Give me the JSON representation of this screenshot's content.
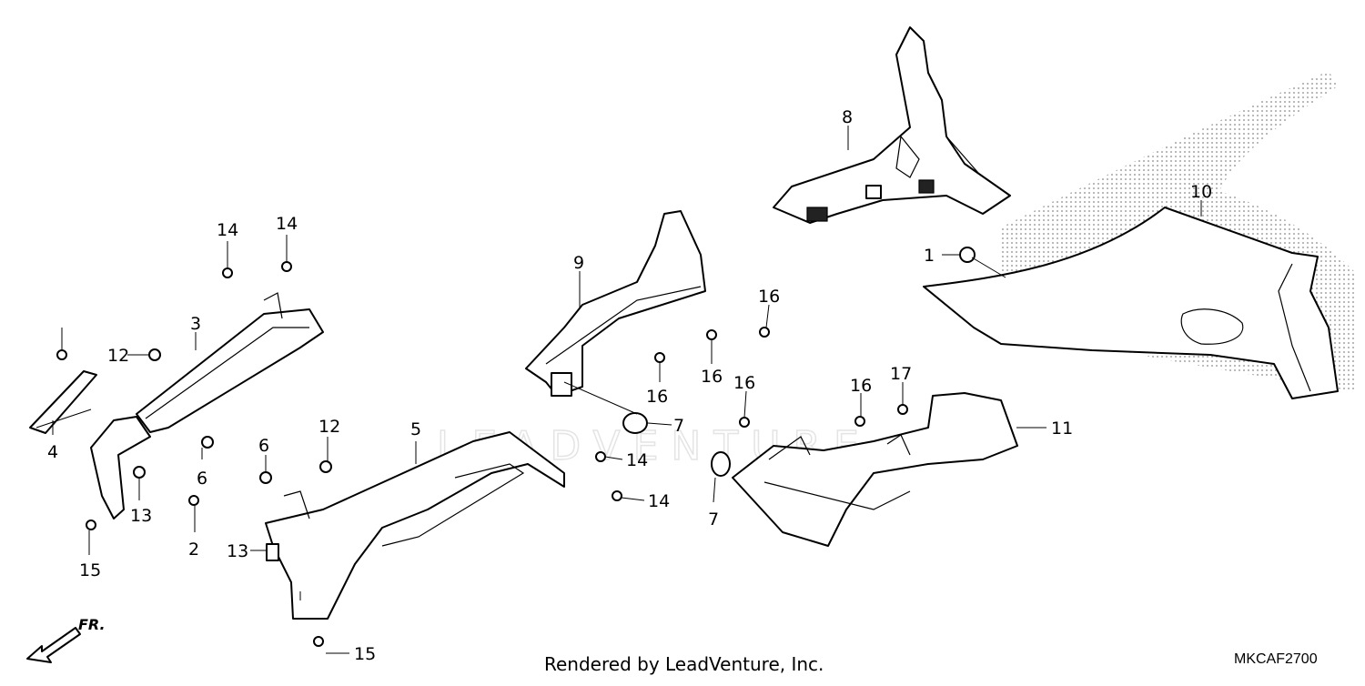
{
  "diagram": {
    "credit_text": "Rendered by LeadVenture, Inc.",
    "diagram_code": "MKCAF2700",
    "watermark_text": "LEADVENTURE",
    "direction_label": "FR.",
    "callouts": [
      "1",
      "2",
      "3",
      "4",
      "5",
      "6",
      "6",
      "7",
      "7",
      "8",
      "9",
      "10",
      "11",
      "12",
      "12",
      "13",
      "13",
      "14",
      "14",
      "14",
      "14",
      "15",
      "15",
      "16",
      "16",
      "16",
      "16",
      "16",
      "17"
    ]
  }
}
